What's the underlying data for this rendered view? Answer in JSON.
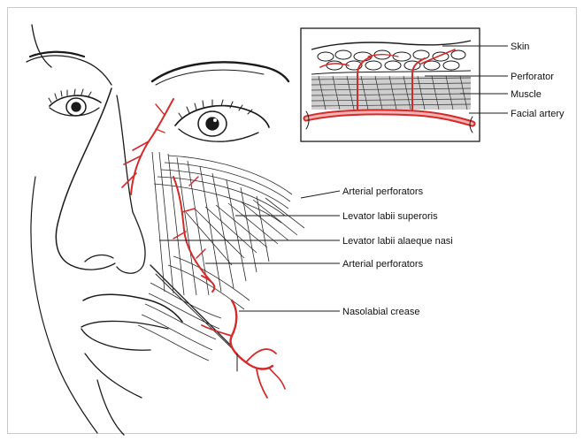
{
  "inset": {
    "labels": {
      "skin": "Skin",
      "perforator": "Perforator",
      "muscle": "Muscle",
      "facial_artery": "Facial artery"
    }
  },
  "face": {
    "labels": {
      "arterial_perforators_upper": "Arterial perforators",
      "levator_labii_superioris": "Levator labii superoris",
      "levator_labii_alaeque_nasi": "Levator labii alaeque nasi",
      "arterial_perforators_lower": "Arterial perforators",
      "nasolabial_crease": "Nasolabial crease"
    }
  },
  "colors": {
    "artery": "#d42a2a",
    "ink": "#1a1a1a",
    "frame": "#c9c9c9"
  }
}
